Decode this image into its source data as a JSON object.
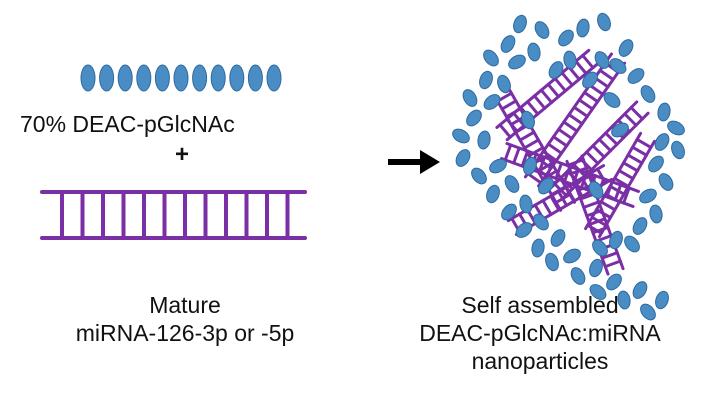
{
  "left": {
    "polymer_label": "70% DEAC-pGlcNAc",
    "plus": "+",
    "caption_line1": "Mature",
    "caption_line2": "miRNA-126-3p or -5p"
  },
  "right": {
    "caption_line1": "Self assembled",
    "caption_line2": "DEAC-pGlcNAc:miRNA",
    "caption_line3": "nanoparticles"
  },
  "colors": {
    "polymer_bead": "#4a8cc4",
    "polymer_bead_edge": "#2e6a9e",
    "mirna": "#7b2fa6",
    "arrow": "#000000"
  },
  "icons": {
    "polymer": "blue-ellipse-chain",
    "mirna": "ladder-duplex",
    "arrow": "right-arrow"
  }
}
